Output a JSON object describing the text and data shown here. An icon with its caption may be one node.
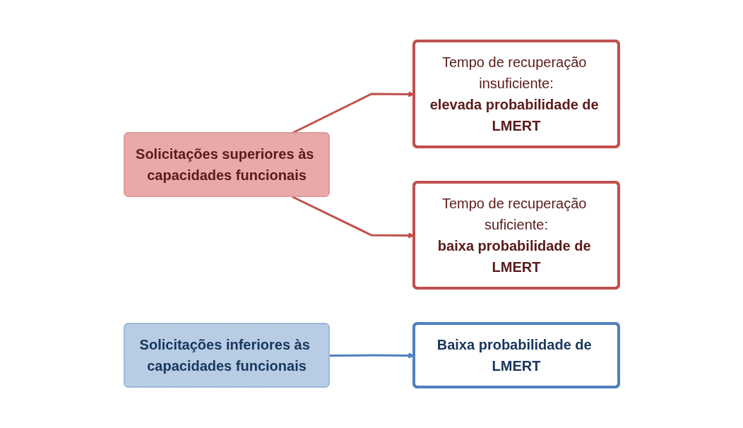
{
  "diagram": {
    "nodes": [
      {
        "text": [
          "Solicitações superiores às capacidades funcionais"
        ]
      },
      {
        "text": [
          "Tempo de recuperação insuficiente:",
          "elevada probabilidade de LMERT"
        ]
      },
      {
        "text": [
          "Tempo de recuperação suficiente:",
          "baixa probabilidade de LMERT"
        ]
      },
      {
        "text": [
          "Solicitações inferiores às capacidades funcionais"
        ]
      },
      {
        "text": [
          "Baixa probabilidade de LMERT"
        ]
      }
    ],
    "edges": [
      {
        "from": 0,
        "to": 1,
        "arrow": "to",
        "color": "#c0504d"
      },
      {
        "from": 0,
        "to": 2,
        "arrow": "to",
        "color": "#c0504d"
      },
      {
        "from": 3,
        "to": 4,
        "arrow": "to",
        "color": "#4f81bd"
      }
    ]
  }
}
